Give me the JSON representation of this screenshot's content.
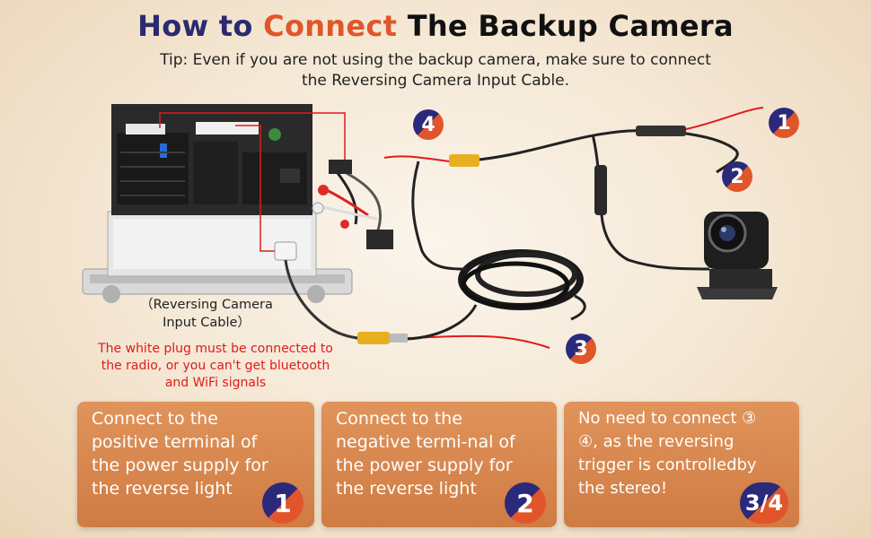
{
  "title": {
    "part1": "How to",
    "part2": "Connect",
    "part3": "The Backup Camera"
  },
  "tip": {
    "line1": "Tip: Even if you are not using the backup camera, make sure to connect",
    "line2": "the Reversing Camera Input Cable."
  },
  "camera_input_label": {
    "line1": "（Reversing Camera",
    "line2": "Input Cable）"
  },
  "warning": {
    "line1": "The white plug must be connected to",
    "line2": "the radio, or you can't get bluetooth",
    "line3": "and WiFi signals"
  },
  "badges": {
    "b1": "1",
    "b2": "2",
    "b3": "3",
    "b4": "4"
  },
  "cards": [
    {
      "lines": [
        "Connect to the",
        "positive terminal of",
        "the power supply for",
        "the reverse light"
      ],
      "badge": "1"
    },
    {
      "lines": [
        "Connect to the",
        "negative termi-nal of",
        "the power supply for",
        "the reverse light"
      ],
      "badge": "2"
    },
    {
      "lines": [
        "No need to connect ③",
        "④, as the reversing",
        "trigger is controlledby",
        "the stereo!"
      ],
      "badge": "3/4"
    }
  ],
  "colors": {
    "navy": "#2b2a6e",
    "orange": "#e0562a",
    "red_wire": "#e01b1b",
    "card": "#d98a52",
    "connector": "#e8b020"
  }
}
